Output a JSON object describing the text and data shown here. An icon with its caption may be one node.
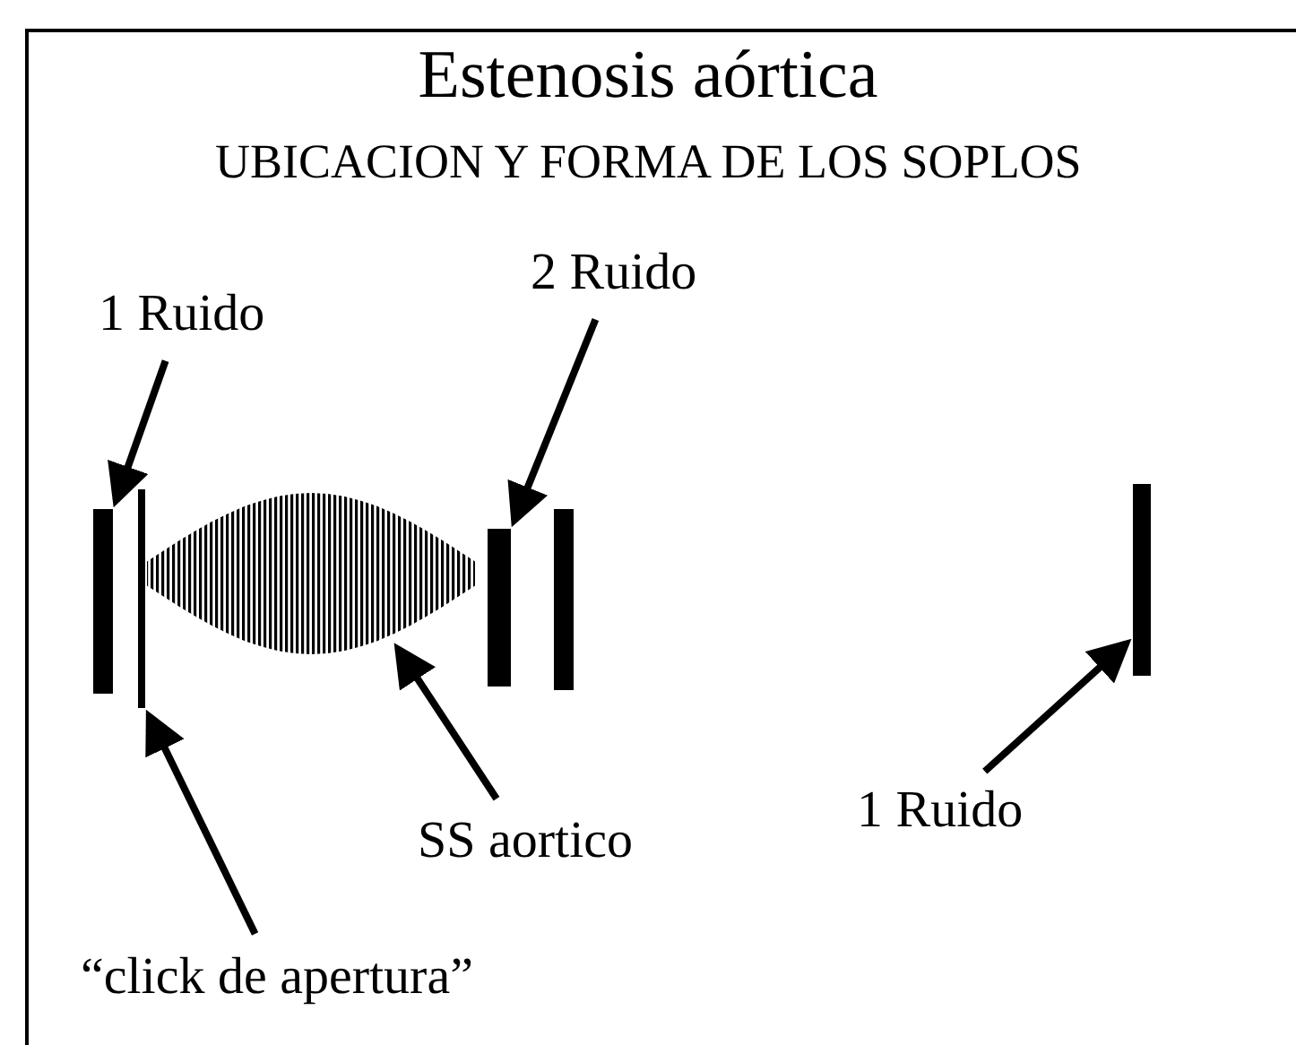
{
  "diagram": {
    "title": "Estenosis aórtica",
    "nodes": [
      {
        "text": [
          "1 Ruido"
        ]
      },
      {
        "text": [
          "2 Ruido"
        ]
      },
      {
        "text": [
          "“click de apertura”"
        ]
      },
      {
        "text": [
          "SS aortico"
        ]
      },
      {
        "text": [
          "1 Ruido"
        ]
      },
      {
        "text": [],
        "shape": "bar"
      },
      {
        "text": [],
        "shape": "bar"
      },
      {
        "text": [],
        "shape": "waveform"
      },
      {
        "text": [],
        "shape": "bar"
      },
      {
        "text": [],
        "shape": "bar"
      },
      {
        "text": [],
        "shape": "bar"
      }
    ],
    "edges": [
      {
        "from": 0,
        "to": 5,
        "arrow": "to"
      },
      {
        "from": 1,
        "to": 8,
        "arrow": "to"
      },
      {
        "from": 2,
        "to": 6,
        "arrow": "to"
      },
      {
        "from": 3,
        "to": 7,
        "arrow": "to"
      },
      {
        "from": 4,
        "to": 10,
        "arrow": "to"
      }
    ],
    "labels": [
      "UBICACION Y FORMA DE LOS SOPLOS"
    ]
  }
}
